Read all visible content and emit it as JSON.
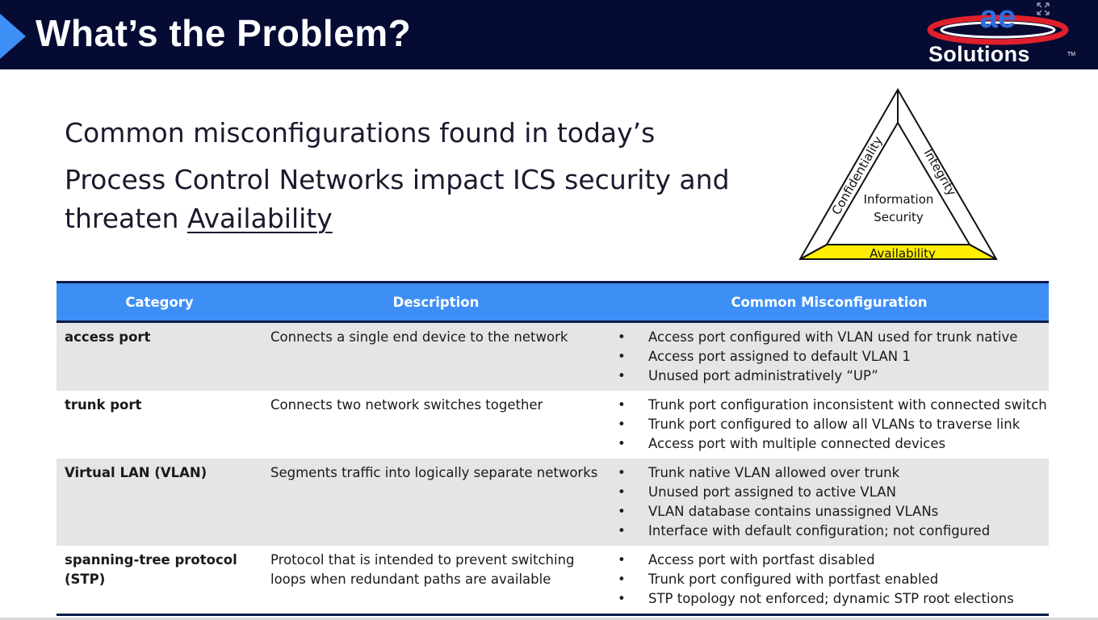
{
  "header": {
    "title": "What’s the Problem?",
    "logo_mark": "ae",
    "logo_text": "Solutions",
    "logo_tm": "TM"
  },
  "intro": {
    "line1": "Common misconfigurations found in today’s",
    "line2": "Process Control Networks impact ICS security and",
    "line3_prefix": "threaten ",
    "line3_underlined": "Availability"
  },
  "triad": {
    "left": "Confidentiality",
    "right": "Integrity",
    "bottom": "Availability",
    "center_line1": "Information",
    "center_line2": "Security"
  },
  "table": {
    "headers": [
      "Category",
      "Description",
      "Common Misconfiguration"
    ],
    "rows": [
      {
        "category": "access port",
        "description": "Connects a single end device to the network",
        "items": [
          "Access port configured with VLAN used for trunk native",
          "Access port assigned to default VLAN 1",
          "Unused port administratively “UP”"
        ]
      },
      {
        "category": "trunk port",
        "description": "Connects two network switches together",
        "items": [
          "Trunk port configuration inconsistent with connected switch",
          "Trunk port configured to allow all VLANs to traverse link",
          "Access port with multiple connected devices"
        ]
      },
      {
        "category": "Virtual LAN (VLAN)",
        "description": "Segments traffic into logically separate networks",
        "items": [
          "Trunk native VLAN allowed over trunk",
          "Unused port assigned to active VLAN",
          "VLAN database contains unassigned VLANs",
          "Interface with default configuration; not configured"
        ]
      },
      {
        "category": "spanning-tree protocol (STP)",
        "description_line1": "Protocol that is intended to prevent switching",
        "description_line2": "loops when redundant paths are available",
        "items": [
          "Access port with portfast disabled",
          "Trunk port configured with portfast enabled",
          "STP topology not enforced; dynamic STP root elections"
        ]
      }
    ]
  },
  "colors": {
    "header_bg": "#050b33",
    "accent_blue": "#3d8ff5",
    "logo_red": "#e0202a",
    "availability_yellow": "#ffee00",
    "row_shade": "#e5e5e5"
  },
  "icons": {
    "header_arrow": "chevron-right-icon",
    "logo_corner": "expand-icon"
  }
}
